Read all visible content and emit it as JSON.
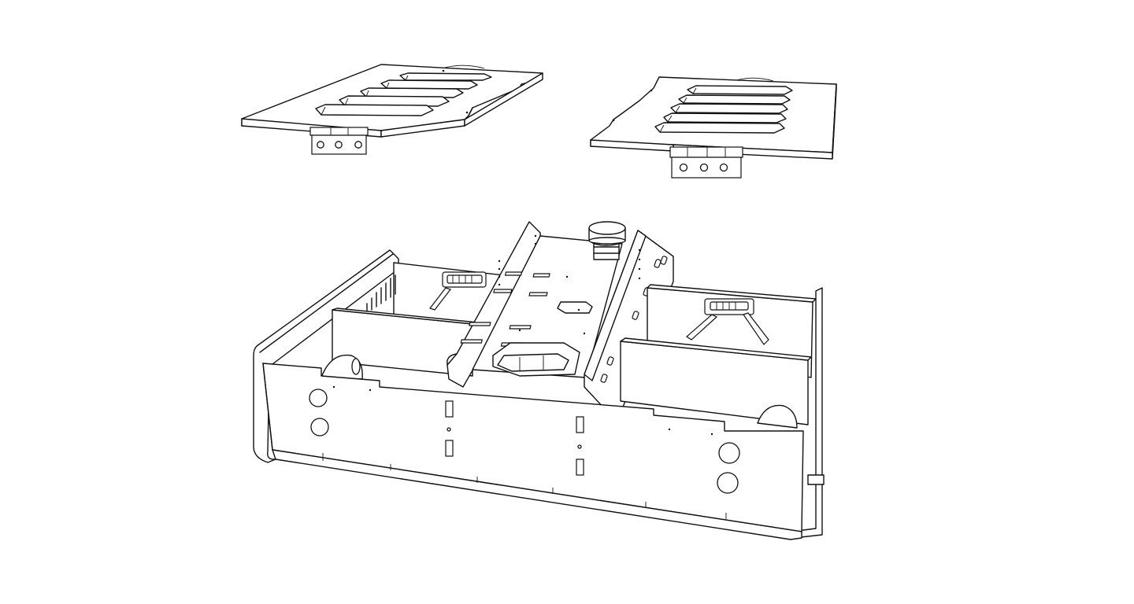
{
  "viewport": {
    "title": "",
    "background": "#ffffff",
    "line_color": "#111111"
  },
  "parts": {
    "left_lid": {
      "slots": 5,
      "hinge_holes": 3
    },
    "right_lid": {
      "slots": 5,
      "hinge_holes": 3
    },
    "enclosure": {
      "front_round_holes": 4,
      "compartments": 3
    }
  }
}
